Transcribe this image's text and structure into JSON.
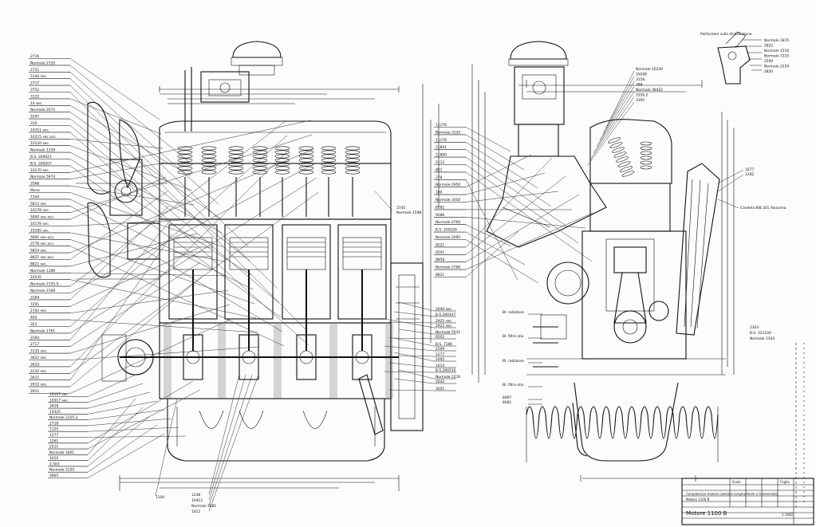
{
  "labels_left": [
    "2716",
    "Normale 2155",
    "2721",
    "5144 sec.",
    "2717",
    "3752",
    "3122",
    "14 sec.",
    "Normale 2072",
    "5297",
    "330",
    "10311 sec.",
    "10215 sec.acs.",
    "10120 sec.",
    "Normale 1339",
    "B.S. 200621",
    "B.S. 200207",
    "10170 sec.",
    "Normale 5974",
    "2568",
    "Mono",
    "7344",
    "5813 sec.",
    "10178 sec.",
    "5950 sec.acs.",
    "10178 sec.",
    "10185 sec.",
    "5891 sec.acs.",
    "3778 sec.acs.",
    "5824 sec.",
    "8821 sec.acs.",
    "8821 sec.",
    "Normale 1286",
    "10535",
    "Normale 2155.S.",
    "Normale 2168",
    "3164",
    "7201",
    "2762 sec.",
    "402",
    "321",
    "Normale 1761",
    "3164",
    "2717",
    "3135 sec.",
    "3022 sec.",
    "3023",
    "2232 sec.",
    "3011",
    "2912 sec.",
    "2911"
  ],
  "labels_bottom_left": [
    "10107 sec.",
    "10317 sec.",
    "3418",
    "10325",
    "Normale 2155.2",
    "2718",
    "1125",
    "1277",
    "1261",
    "2511",
    "Normale 1801",
    "1010",
    "2,503",
    "Normale 2155",
    "5905"
  ],
  "labels_center": [
    "3745",
    "Normale 1598",
    "2046 sec.",
    "B.S.200247",
    "2925 sec.",
    "2922 sec.",
    "Normale 5531",
    "6502",
    "B.S. 7186",
    "2509",
    "1277",
    "1045",
    "1014",
    "B.S.200510",
    "Normale 2216",
    "2642",
    "3051"
  ],
  "labels_bottom_center": [
    "1100",
    "1248",
    "10413",
    "Normale 2081",
    "1012"
  ],
  "labels_right_mid": [
    "11176",
    "Normale 3155",
    "11176",
    "11801",
    "11800",
    "2112",
    "821",
    "278",
    "Normale 2950",
    "180",
    "Normale 3050",
    "8282",
    "9286",
    "Normale 2766",
    "B.S. 200259",
    "Normale 2095",
    "8221",
    "9291",
    "8858",
    "Normale 2766",
    "8821"
  ],
  "labels_right_top": [
    "Normale 10239",
    "10208",
    "3158",
    "386",
    "Normale 36422",
    "3356.2",
    "3395"
  ],
  "labels_right_side": [
    "1677",
    "1282",
    "Candela BIB 301 Alocsima",
    "2303",
    "B.S. 321100",
    "Normale 1343",
    "Bl. radiatore",
    "Bl. filtro olio",
    "Bl. radiatore",
    "Bl. filtro olio",
    "8487",
    "8481"
  ],
  "detail_block": {
    "title": "Particolare sulla distribuzione",
    "items": [
      "Normale 1815",
      "2822",
      "Normale 1516",
      "Normale 1315",
      "2500",
      "Normale 2229",
      "2820"
    ]
  },
  "title_block": {
    "rows": [
      "Complessivo motore (sezione longitudinale e trasversale)",
      "Motore 1100 B",
      "Scala",
      "Foglio"
    ],
    "drawing_number": "2-1082",
    "model": "Motore 1100 B"
  },
  "colors": {
    "ink": "#111111",
    "paper": "#fcfcfa"
  }
}
